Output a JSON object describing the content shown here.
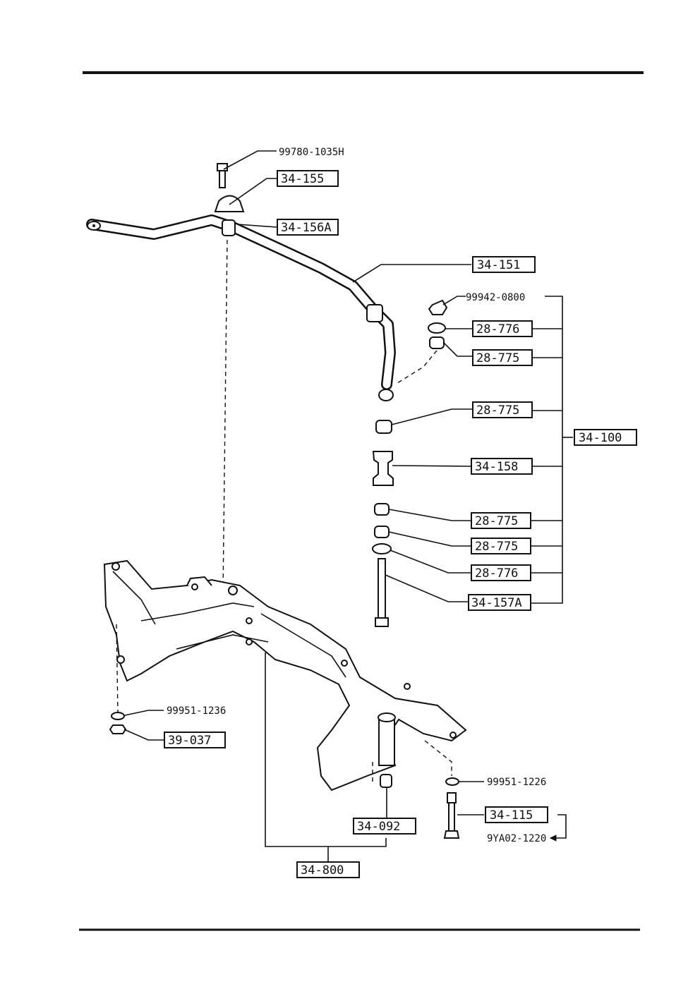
{
  "labels": {
    "l99780": "99780-1035H",
    "l34_155": "34-155",
    "l34_156A": "34-156A",
    "l34_151": "34-151",
    "l99942": "99942-0800",
    "l28_776": "28-776",
    "l28_775": "28-775",
    "l34_100": "34-100",
    "l34_158": "34-158",
    "l34_157A": "34-157A",
    "l99951_1236": "99951-1236",
    "l39_037": "39-037",
    "l99951_1226": "99951-1226",
    "l34_115": "34-115",
    "l9ya02": "9YA02-1220",
    "l34_092": "34-092",
    "l34_800": "34-800"
  }
}
